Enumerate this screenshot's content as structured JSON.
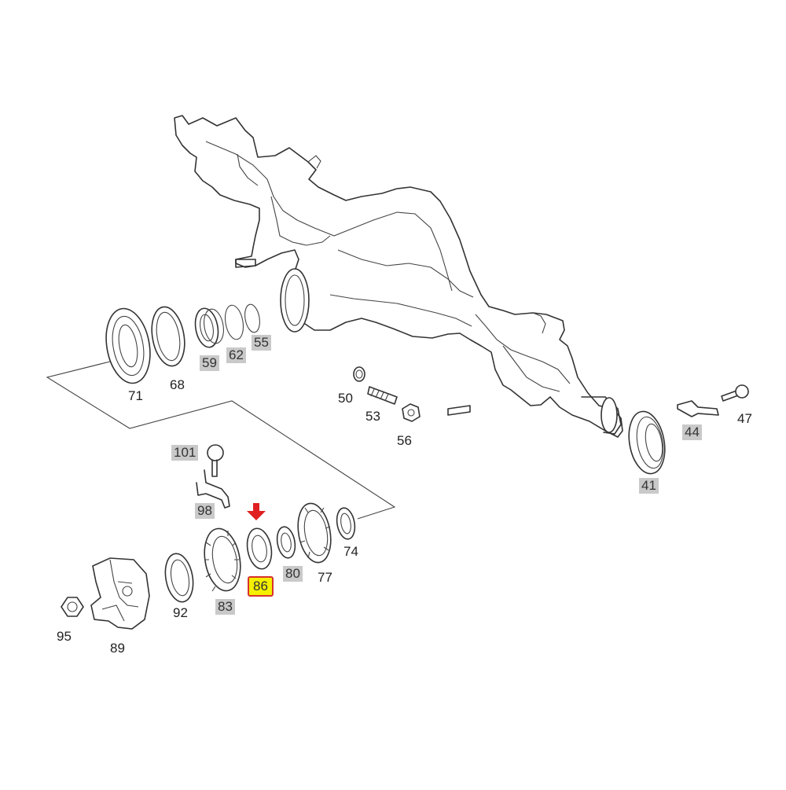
{
  "diagram": {
    "highlight_color": "#f4f000",
    "arrow_color": "#e02020",
    "label_box_color": "#c9c9c9",
    "highlighted_part": "86",
    "parts": [
      {
        "id": "71",
        "boxed": false
      },
      {
        "id": "68",
        "boxed": false
      },
      {
        "id": "59",
        "boxed": true
      },
      {
        "id": "62",
        "boxed": true
      },
      {
        "id": "55",
        "boxed": true
      },
      {
        "id": "50",
        "boxed": false
      },
      {
        "id": "53",
        "boxed": false
      },
      {
        "id": "56",
        "boxed": false
      },
      {
        "id": "44",
        "boxed": true
      },
      {
        "id": "47",
        "boxed": false
      },
      {
        "id": "41",
        "boxed": true
      },
      {
        "id": "101",
        "boxed": true
      },
      {
        "id": "98",
        "boxed": true
      },
      {
        "id": "74",
        "boxed": false
      },
      {
        "id": "77",
        "boxed": false
      },
      {
        "id": "80",
        "boxed": true
      },
      {
        "id": "86",
        "boxed": true
      },
      {
        "id": "83",
        "boxed": true
      },
      {
        "id": "92",
        "boxed": false
      },
      {
        "id": "95",
        "boxed": false
      },
      {
        "id": "89",
        "boxed": false
      }
    ]
  }
}
